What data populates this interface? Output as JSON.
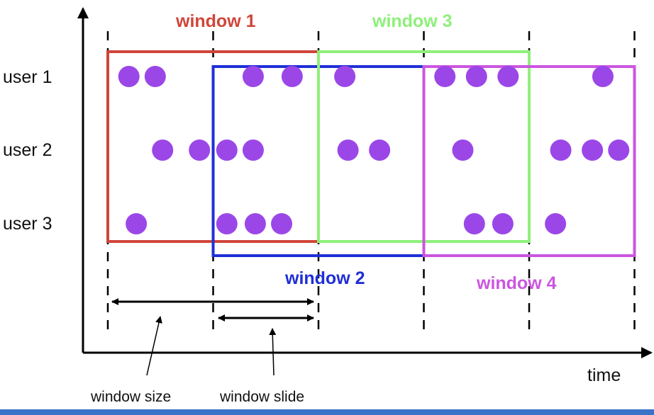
{
  "title": "",
  "axis": {
    "x_label": "time"
  },
  "rows": [
    {
      "id": "user1",
      "label": "user 1"
    },
    {
      "id": "user2",
      "label": "user 2"
    },
    {
      "id": "user3",
      "label": "user 3"
    }
  ],
  "windows": [
    {
      "id": "w1",
      "label": "window 1",
      "color": "#d0453a",
      "start": 0,
      "end": 2
    },
    {
      "id": "w2",
      "label": "window 2",
      "color": "#1f2fd6",
      "start": 1,
      "end": 3
    },
    {
      "id": "w3",
      "label": "window 3",
      "color": "#8ef07a",
      "start": 2,
      "end": 4
    },
    {
      "id": "w4",
      "label": "window 4",
      "color": "#cc55e0",
      "start": 3,
      "end": 5
    }
  ],
  "annotations": {
    "window_size": "window size",
    "window_slide": "window slide"
  },
  "event_color": "#9b47e8",
  "axis_color": "#000000",
  "events": [
    {
      "row": 0,
      "t": 0.2
    },
    {
      "row": 0,
      "t": 0.45
    },
    {
      "row": 0,
      "t": 1.38
    },
    {
      "row": 0,
      "t": 1.75
    },
    {
      "row": 0,
      "t": 2.25
    },
    {
      "row": 0,
      "t": 3.2
    },
    {
      "row": 0,
      "t": 3.5
    },
    {
      "row": 0,
      "t": 3.8
    },
    {
      "row": 0,
      "t": 4.7
    },
    {
      "row": 1,
      "t": 0.52
    },
    {
      "row": 1,
      "t": 0.87
    },
    {
      "row": 1,
      "t": 1.13
    },
    {
      "row": 1,
      "t": 1.38
    },
    {
      "row": 1,
      "t": 2.28
    },
    {
      "row": 1,
      "t": 2.58
    },
    {
      "row": 1,
      "t": 3.37
    },
    {
      "row": 1,
      "t": 4.3
    },
    {
      "row": 1,
      "t": 4.6
    },
    {
      "row": 1,
      "t": 4.85
    },
    {
      "row": 2,
      "t": 0.27
    },
    {
      "row": 2,
      "t": 1.13
    },
    {
      "row": 2,
      "t": 1.4
    },
    {
      "row": 2,
      "t": 1.65
    },
    {
      "row": 2,
      "t": 3.48
    },
    {
      "row": 2,
      "t": 3.75
    },
    {
      "row": 2,
      "t": 4.25
    }
  ]
}
